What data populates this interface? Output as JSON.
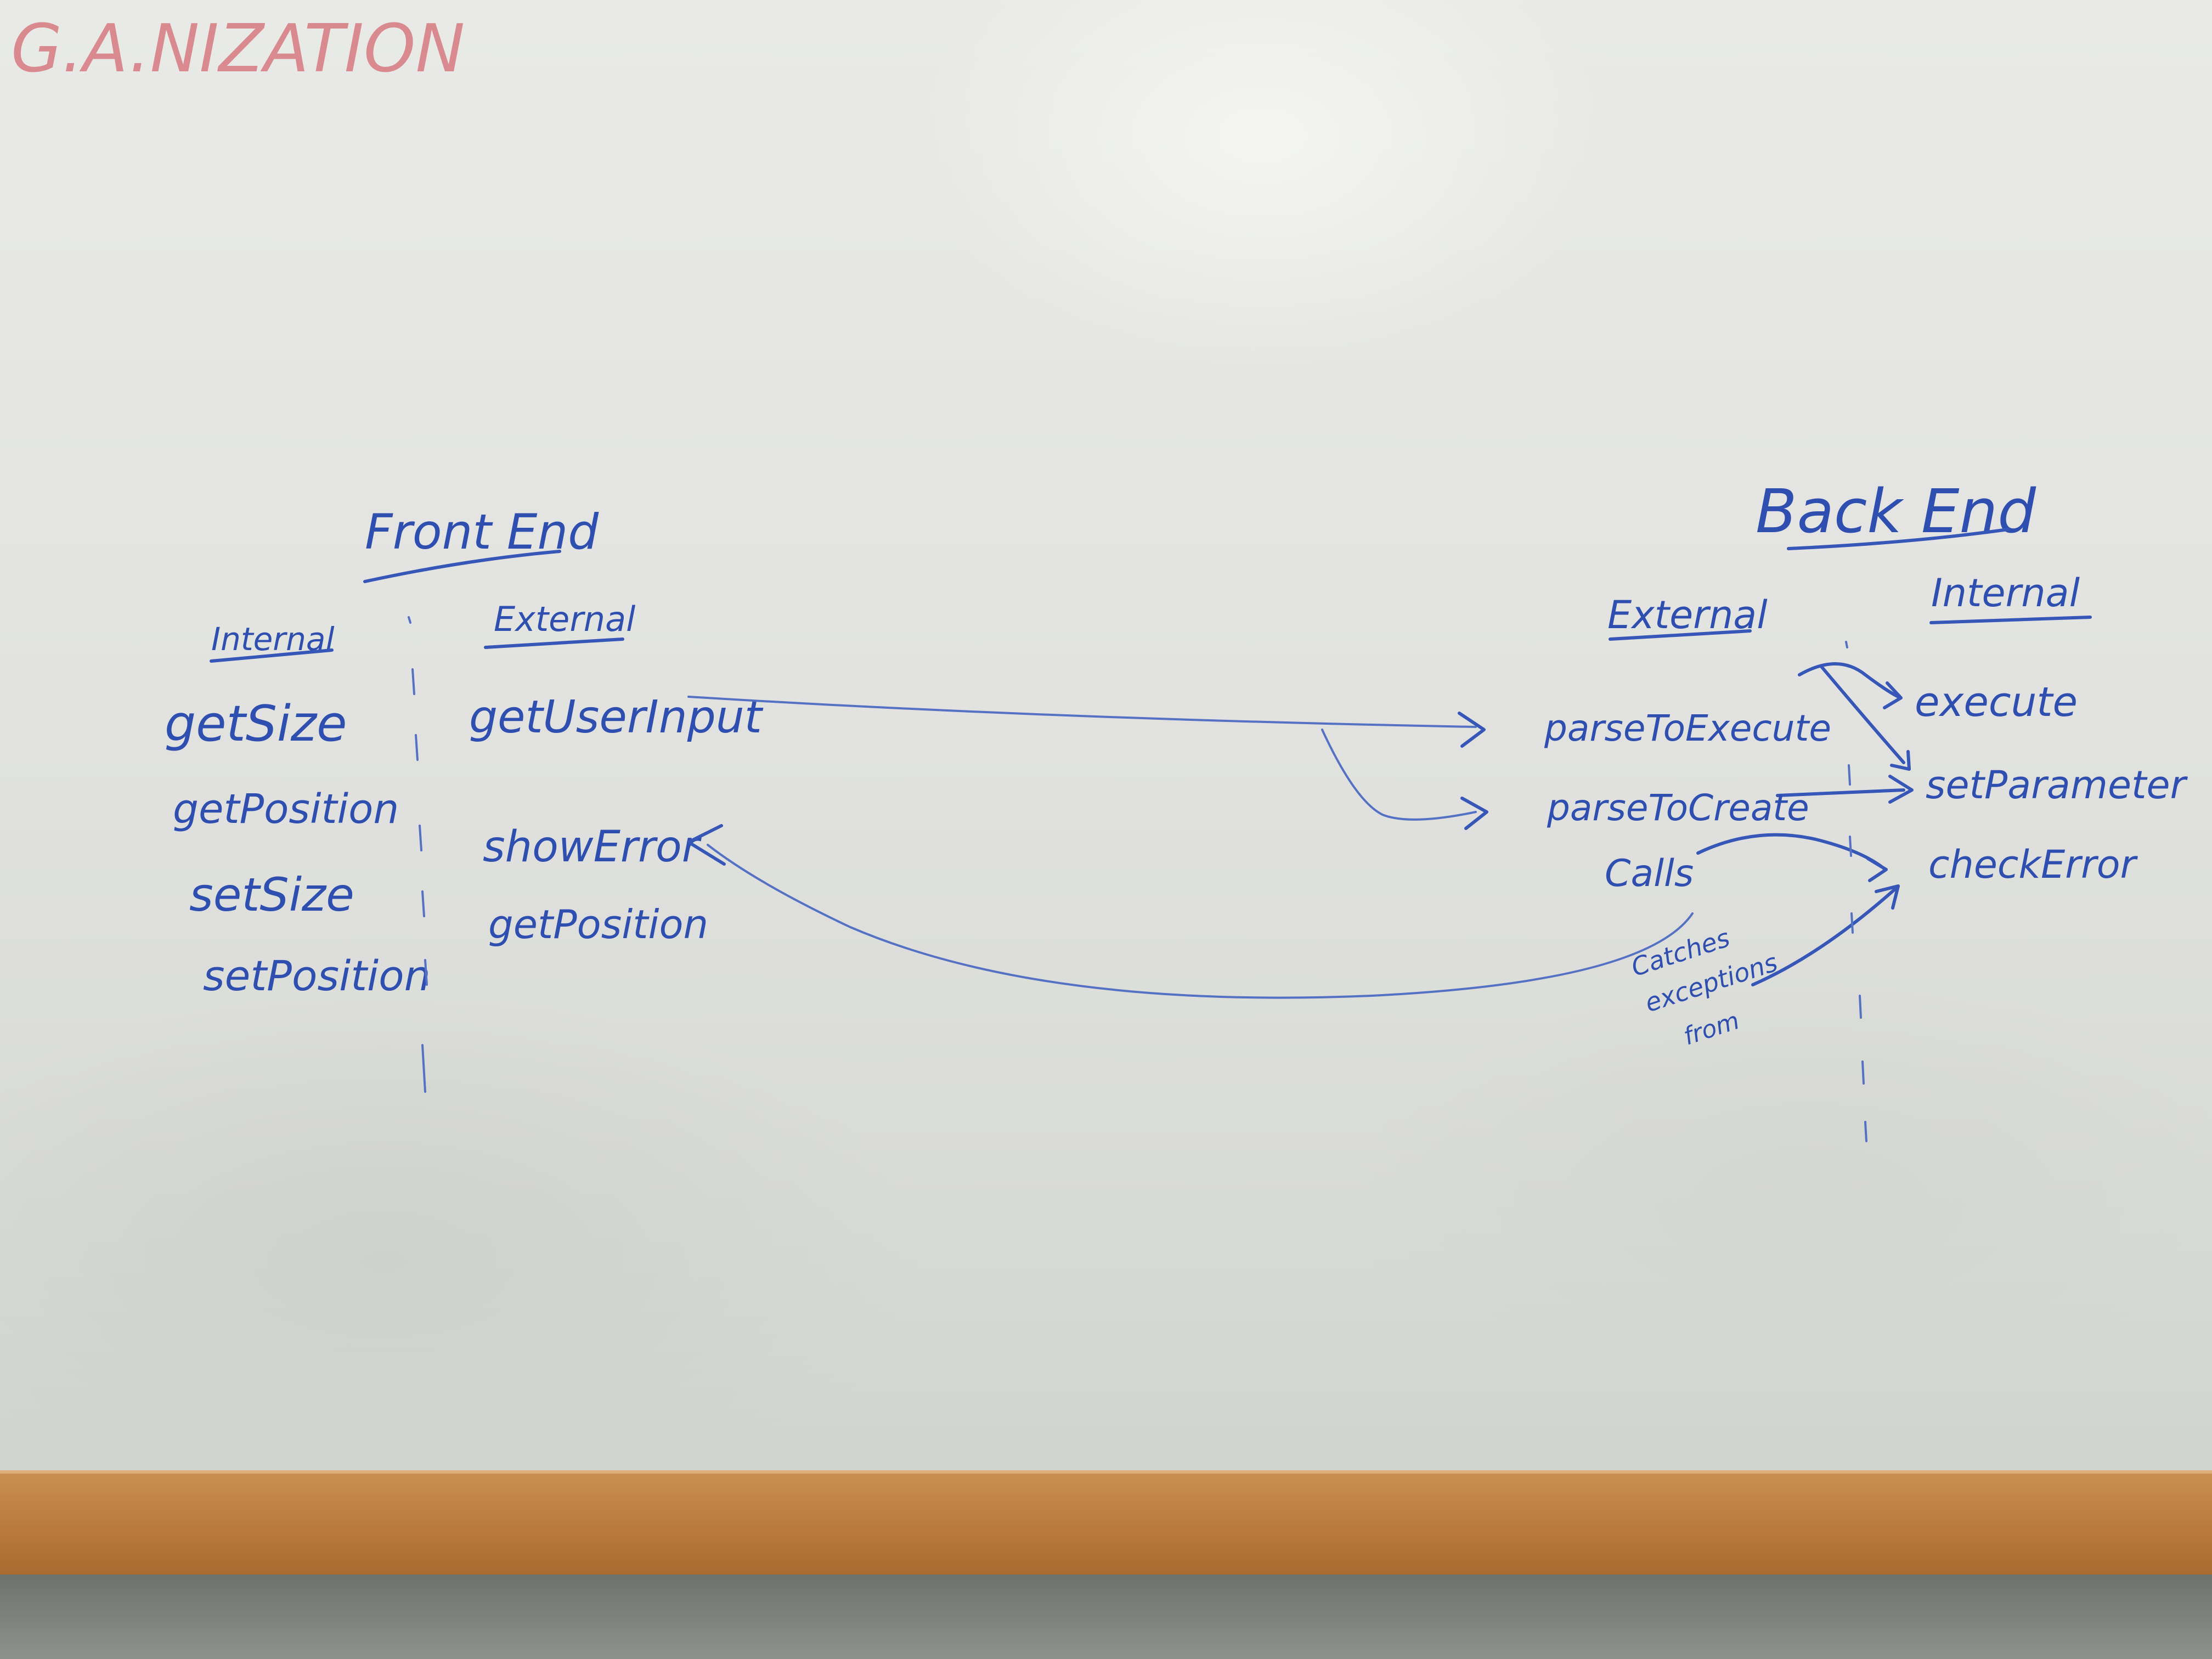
{
  "residual_text": "G.A.NIZATION",
  "colors": {
    "marker": "#2f4fb0",
    "faded_marker": "#d46a72",
    "board": "#e4e5e2",
    "tray": "#b9793d"
  },
  "front_end": {
    "title": "Front End",
    "internal": {
      "heading": "Internal",
      "items": [
        "getSize",
        "getPosition",
        "setSize",
        "setPosition"
      ]
    },
    "external": {
      "heading": "External",
      "items": [
        "getUserInput",
        "showError",
        "getPosition"
      ]
    }
  },
  "back_end": {
    "title": "Back End",
    "external": {
      "heading": "External",
      "items": [
        "parseToExecute",
        "parseToCreate",
        "Calls"
      ]
    },
    "internal": {
      "heading": "Internal",
      "items": [
        "execute",
        "setParameter",
        "checkError"
      ]
    },
    "note_lines": [
      "Catches",
      "exceptions",
      "from"
    ]
  }
}
